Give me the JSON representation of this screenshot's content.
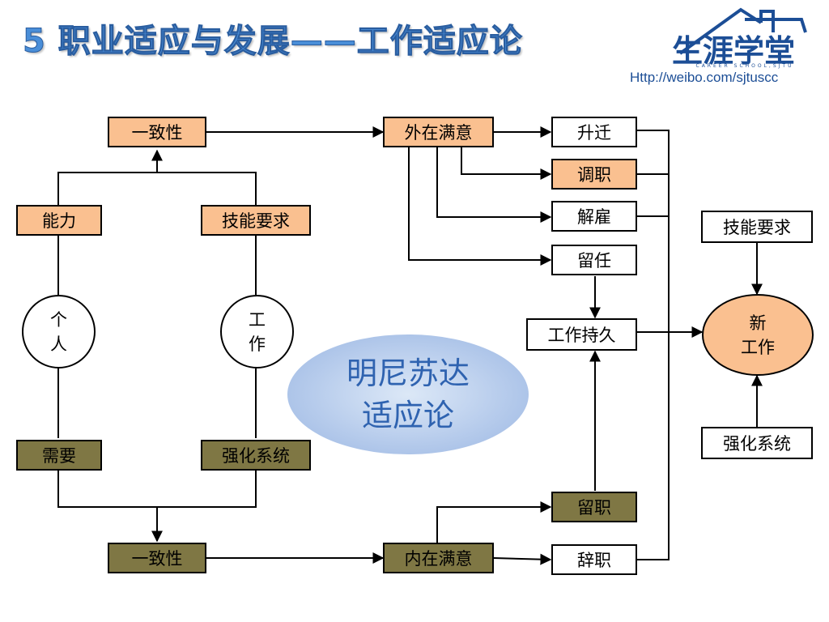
{
  "header": {
    "title": "5 职业适应与发展——工作适应论",
    "url": "Http://weibo.com/sjtuscc",
    "logo_text": "生涯学堂",
    "logo_subtext": "CAREER SCHOOL,SJTU"
  },
  "diagram": {
    "center_label_line1": "明尼苏达",
    "center_label_line2": "适应论",
    "nodes": {
      "consistency_top": "一致性",
      "ability": "能力",
      "skill_req_left": "技能要求",
      "individual_line1": "个",
      "individual_line2": "人",
      "work_line1": "工",
      "work_line2": "作",
      "needs": "需要",
      "reinforcement_left": "强化系统",
      "consistency_bottom": "一致性",
      "extrinsic_satisfaction": "外在满意",
      "intrinsic_satisfaction": "内在满意",
      "promotion": "升迁",
      "transfer": "调职",
      "dismissal": "解雇",
      "retention": "留任",
      "tenure": "工作持久",
      "stay": "留职",
      "resign": "辞职",
      "skill_req_right": "技能要求",
      "new_work_line1": "新",
      "new_work_line2": "工作",
      "reinforcement_right": "强化系统"
    }
  }
}
